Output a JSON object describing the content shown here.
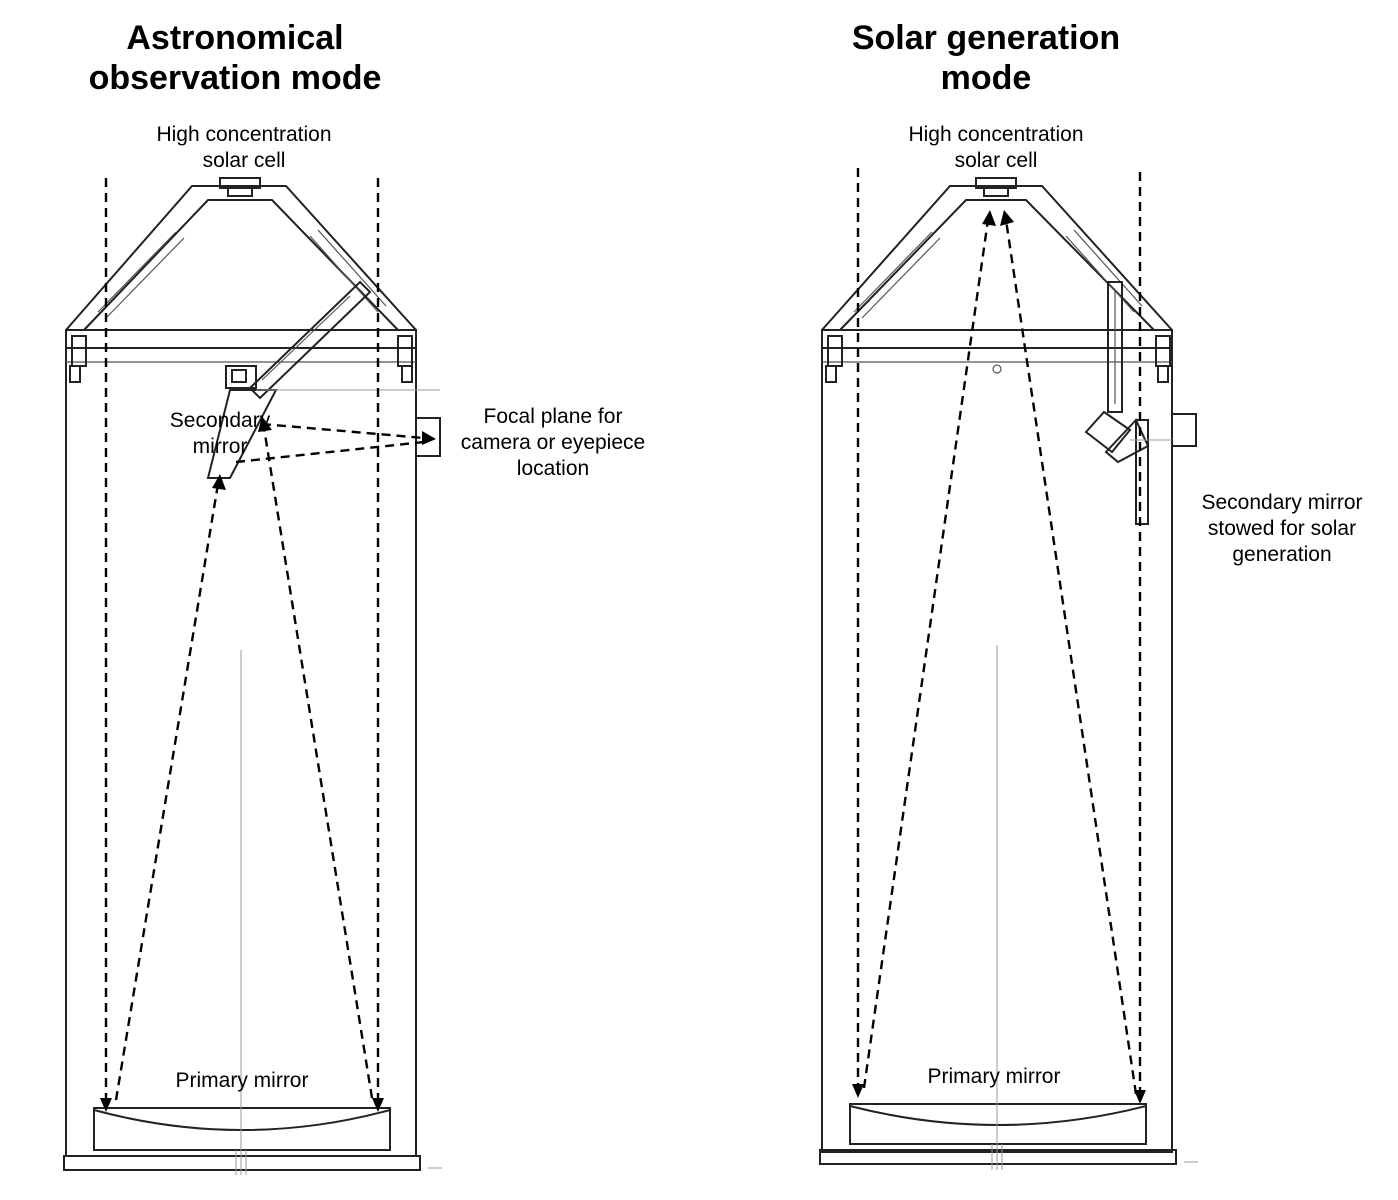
{
  "left_panel": {
    "title": "Astronomical\nobservation mode",
    "cell_label": "High concentration\nsolar cell",
    "secondary_label": "Secondary\nmirror",
    "focal_label": "Focal plane for\ncamera or eyepiece\nlocation",
    "primary_label": "Primary mirror"
  },
  "right_panel": {
    "title": "Solar generation\nmode",
    "cell_label": "High concentration\nsolar cell",
    "stowed_label": "Secondary mirror\nstowed for solar\ngeneration",
    "primary_label": "Primary mirror"
  }
}
